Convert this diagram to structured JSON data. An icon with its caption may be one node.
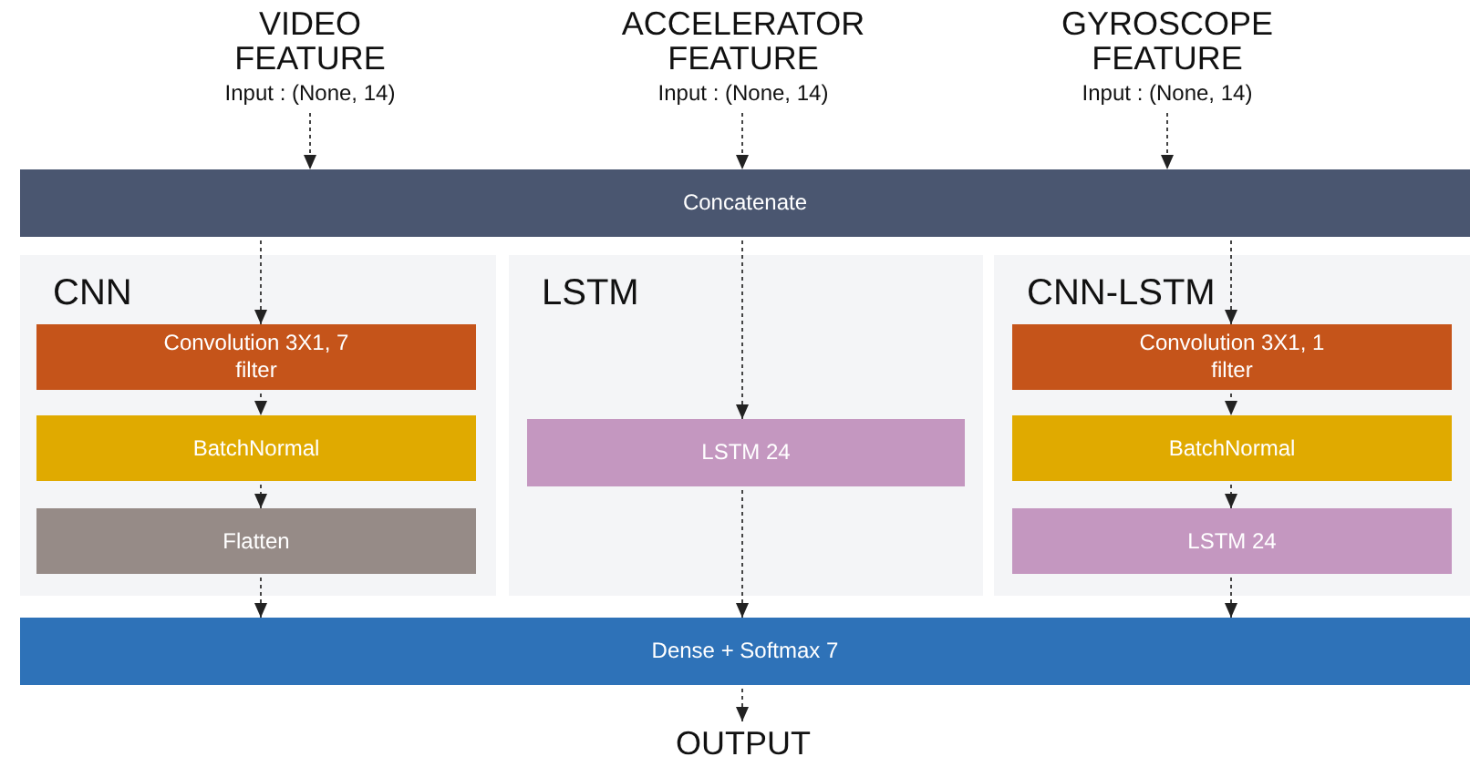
{
  "diagram": {
    "nodes": [
      {
        "text": [
          "VIDEO FEATURE",
          "Input : (None, 14)"
        ]
      },
      {
        "text": [
          "ACCELERATOR FEATURE",
          "Input : (None, 14)"
        ]
      },
      {
        "text": [
          "GYROSCOPE FEATURE",
          "Input : (None, 14)"
        ]
      },
      {
        "text": [
          "Concatenate"
        ]
      },
      {
        "text": [
          "CNN"
        ]
      },
      {
        "text": [
          "Convolution 3X1, 7 filter"
        ],
        "in": 4
      },
      {
        "text": [
          "BatchNormal"
        ],
        "in": 4
      },
      {
        "text": [
          "Flatten"
        ],
        "in": 4
      },
      {
        "text": [
          "LSTM"
        ]
      },
      {
        "text": [
          "LSTM 24"
        ],
        "in": 8
      },
      {
        "text": [
          "CNN-LSTM"
        ]
      },
      {
        "text": [
          "Convolution 3X1, 1 filter"
        ],
        "in": 10
      },
      {
        "text": [
          "BatchNormal"
        ],
        "in": 10
      },
      {
        "text": [
          "LSTM 24"
        ],
        "in": 10
      },
      {
        "text": [
          "Dense + Softmax 7"
        ]
      },
      {
        "text": [
          "OUTPUT"
        ]
      }
    ],
    "edges": [
      {
        "from": 0,
        "to": 3,
        "arrow": "to",
        "style": "dashed"
      },
      {
        "from": 1,
        "to": 3,
        "arrow": "to",
        "style": "dashed"
      },
      {
        "from": 2,
        "to": 3,
        "arrow": "to",
        "style": "dashed"
      },
      {
        "from": 3,
        "to": 5,
        "arrow": "to",
        "style": "dashed"
      },
      {
        "from": 3,
        "to": 9,
        "arrow": "to",
        "style": "dashed"
      },
      {
        "from": 3,
        "to": 11,
        "arrow": "to",
        "style": "dashed"
      },
      {
        "from": 5,
        "to": 6,
        "arrow": "to",
        "style": "dashed"
      },
      {
        "from": 6,
        "to": 7,
        "arrow": "to",
        "style": "dashed"
      },
      {
        "from": 11,
        "to": 12,
        "arrow": "to",
        "style": "dashed"
      },
      {
        "from": 12,
        "to": 13,
        "arrow": "to",
        "style": "dashed"
      },
      {
        "from": 7,
        "to": 14,
        "arrow": "to",
        "style": "dashed"
      },
      {
        "from": 9,
        "to": 14,
        "arrow": "to",
        "style": "dashed"
      },
      {
        "from": 13,
        "to": 14,
        "arrow": "to",
        "style": "dashed"
      },
      {
        "from": 14,
        "to": 15,
        "arrow": "to",
        "style": "dashed"
      }
    ]
  }
}
